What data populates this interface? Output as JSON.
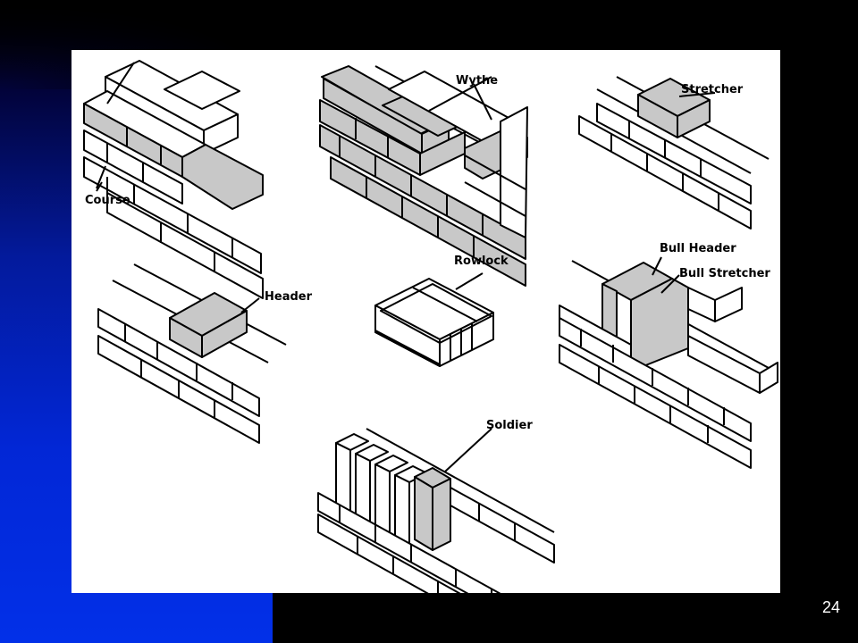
{
  "slide": {
    "number": "24"
  },
  "labels": {
    "course": "Course",
    "wythe": "Wythe",
    "stretcher": "Stretcher",
    "header": "Header",
    "rowlock": "Rowlock",
    "bull_header": "Bull Header",
    "bull_stretcher": "Bull Stretcher",
    "soldier": "Soldier"
  },
  "colors": {
    "background": "#000000",
    "gradient_blue": "#0230e8",
    "panel": "#ffffff",
    "shading": "#c8c8c8"
  }
}
